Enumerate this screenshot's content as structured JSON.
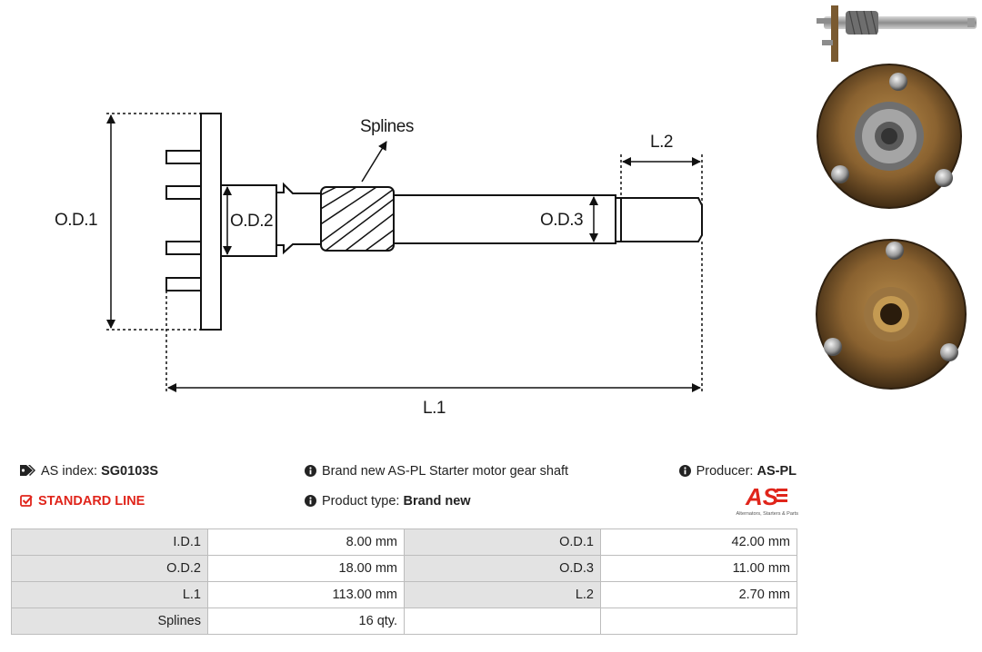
{
  "drawing": {
    "od1": "O.D.1",
    "od2": "O.D.2",
    "od3": "O.D.3",
    "splines": "Splines",
    "l1": "L.1",
    "l2": "L.2"
  },
  "info": {
    "as_index_label": "AS index:",
    "as_index_value": "SG0103S",
    "line": "STANDARD LINE",
    "description": "Brand new AS-PL Starter motor gear shaft",
    "product_type_label": "Product type:",
    "product_type_value": "Brand new",
    "producer_label": "Producer:",
    "producer_value": "AS-PL"
  },
  "logo": {
    "mark": "AS",
    "tagline": "Alternators, Starters & Parts",
    "color": "#e0251b"
  },
  "specs": [
    {
      "k1": "I.D.1",
      "v1": "8.00 mm",
      "k2": "O.D.1",
      "v2": "42.00 mm"
    },
    {
      "k1": "O.D.2",
      "v1": "18.00 mm",
      "k2": "O.D.3",
      "v2": "11.00 mm"
    },
    {
      "k1": "L.1",
      "v1": "113.00 mm",
      "k2": "L.2",
      "v2": "2.70 mm"
    },
    {
      "k1": "Splines",
      "v1": "16 qty.",
      "k2": "",
      "v2": ""
    }
  ]
}
